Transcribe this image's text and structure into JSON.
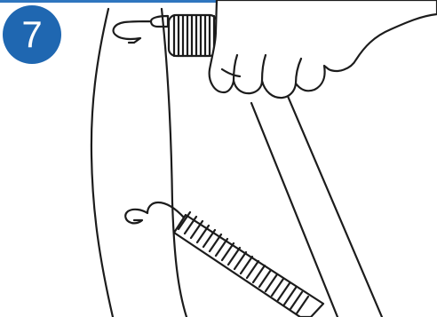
{
  "step": {
    "number": "7"
  },
  "colors": {
    "badge": "#1f67b1",
    "top_rule": "#2f76bf",
    "line_art": "#1c1c1c",
    "background": "#ffffff"
  },
  "icons": [
    "trampoline-frame",
    "trampoline-mat",
    "spring",
    "spring-hook",
    "gloved-hand",
    "spring-pull-tool"
  ]
}
